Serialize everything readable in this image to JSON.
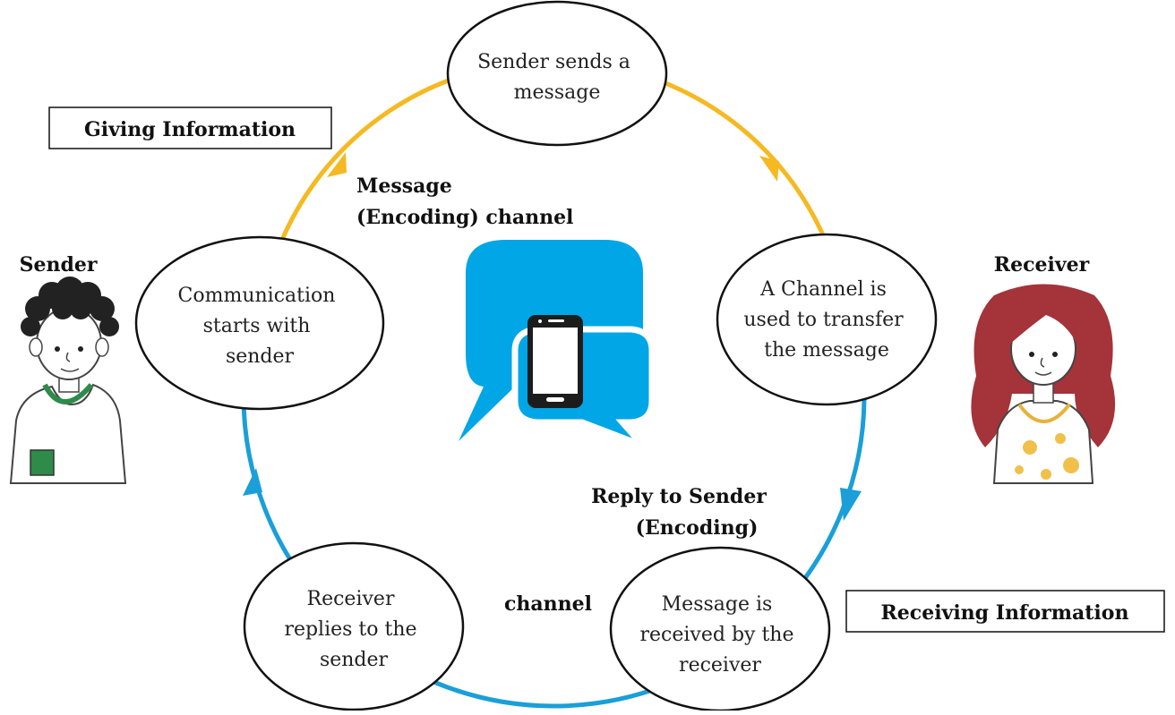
{
  "nodes": {
    "top": [
      "Sender sends a",
      "message"
    ],
    "right": [
      "A Channel is",
      "used to transfer",
      "the message"
    ],
    "bottom_right": [
      "Message is",
      "received by the",
      "receiver"
    ],
    "bottom_left": [
      "Receiver",
      "replies to the",
      "sender"
    ],
    "left": [
      "Communication",
      "starts with",
      "sender"
    ]
  },
  "labels": {
    "giving_information": "Giving Information",
    "receiving_information": "Receiving Information",
    "sender": "Sender",
    "receiver": "Receiver",
    "message_line1": "Message",
    "message_line2": "(Encoding) channel",
    "reply_line1": "Reply to Sender",
    "reply_line2": "(Encoding)",
    "channel": "channel"
  },
  "colors": {
    "sending_arc": "#f5b922",
    "reply_arc": "#1a9fd8",
    "bubble": "#00a6e6",
    "phone": "#1c1c1c"
  },
  "icons": {
    "center": "chat-bubbles-phone-icon",
    "sender": "boy-avatar-icon",
    "receiver": "girl-avatar-icon"
  }
}
